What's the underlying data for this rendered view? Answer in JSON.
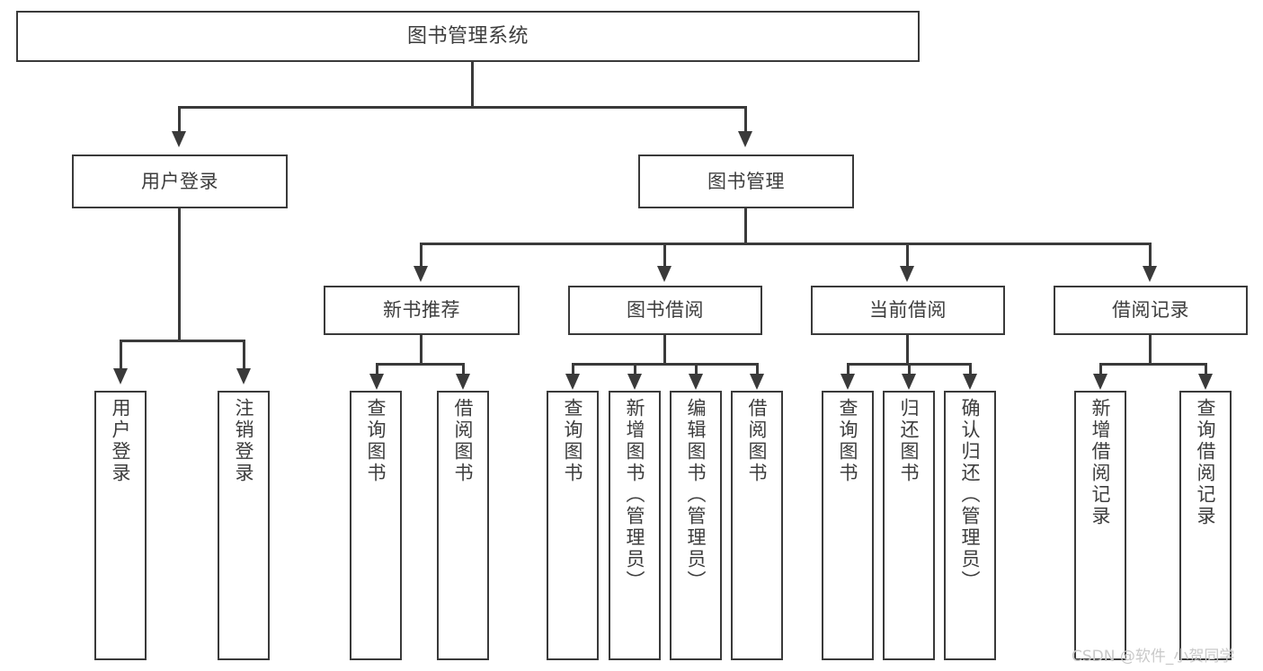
{
  "diagram": {
    "title": "图书管理系统",
    "type": "tree-hierarchy",
    "root": {
      "label": "图书管理系统"
    },
    "level2": [
      {
        "label": "用户登录"
      },
      {
        "label": "图书管理"
      }
    ],
    "level3": [
      {
        "label": "新书推荐"
      },
      {
        "label": "图书借阅"
      },
      {
        "label": "当前借阅"
      },
      {
        "label": "借阅记录"
      }
    ],
    "leaves_user_login": [
      {
        "label": "用户登录"
      },
      {
        "label": "注销登录"
      }
    ],
    "leaves_new_book": [
      {
        "label": "查询图书"
      },
      {
        "label": "借阅图书"
      }
    ],
    "leaves_borrow": [
      {
        "label": "查询图书"
      },
      {
        "label": "新增图书（管理员）"
      },
      {
        "label": "编辑图书（管理员）"
      },
      {
        "label": "借阅图书"
      }
    ],
    "leaves_current": [
      {
        "label": "查询图书"
      },
      {
        "label": "归还图书"
      },
      {
        "label": "确认归还（管理员）"
      }
    ],
    "leaves_records": [
      {
        "label": "新增借阅记录"
      },
      {
        "label": "查询借阅记录"
      }
    ]
  },
  "watermark": {
    "text": "CSDN @软件_小贺同学"
  },
  "colors": {
    "stroke": "#3a3a3a",
    "text": "#3d3d3d",
    "background": "#ffffff",
    "watermark": "#c9c9c9"
  }
}
